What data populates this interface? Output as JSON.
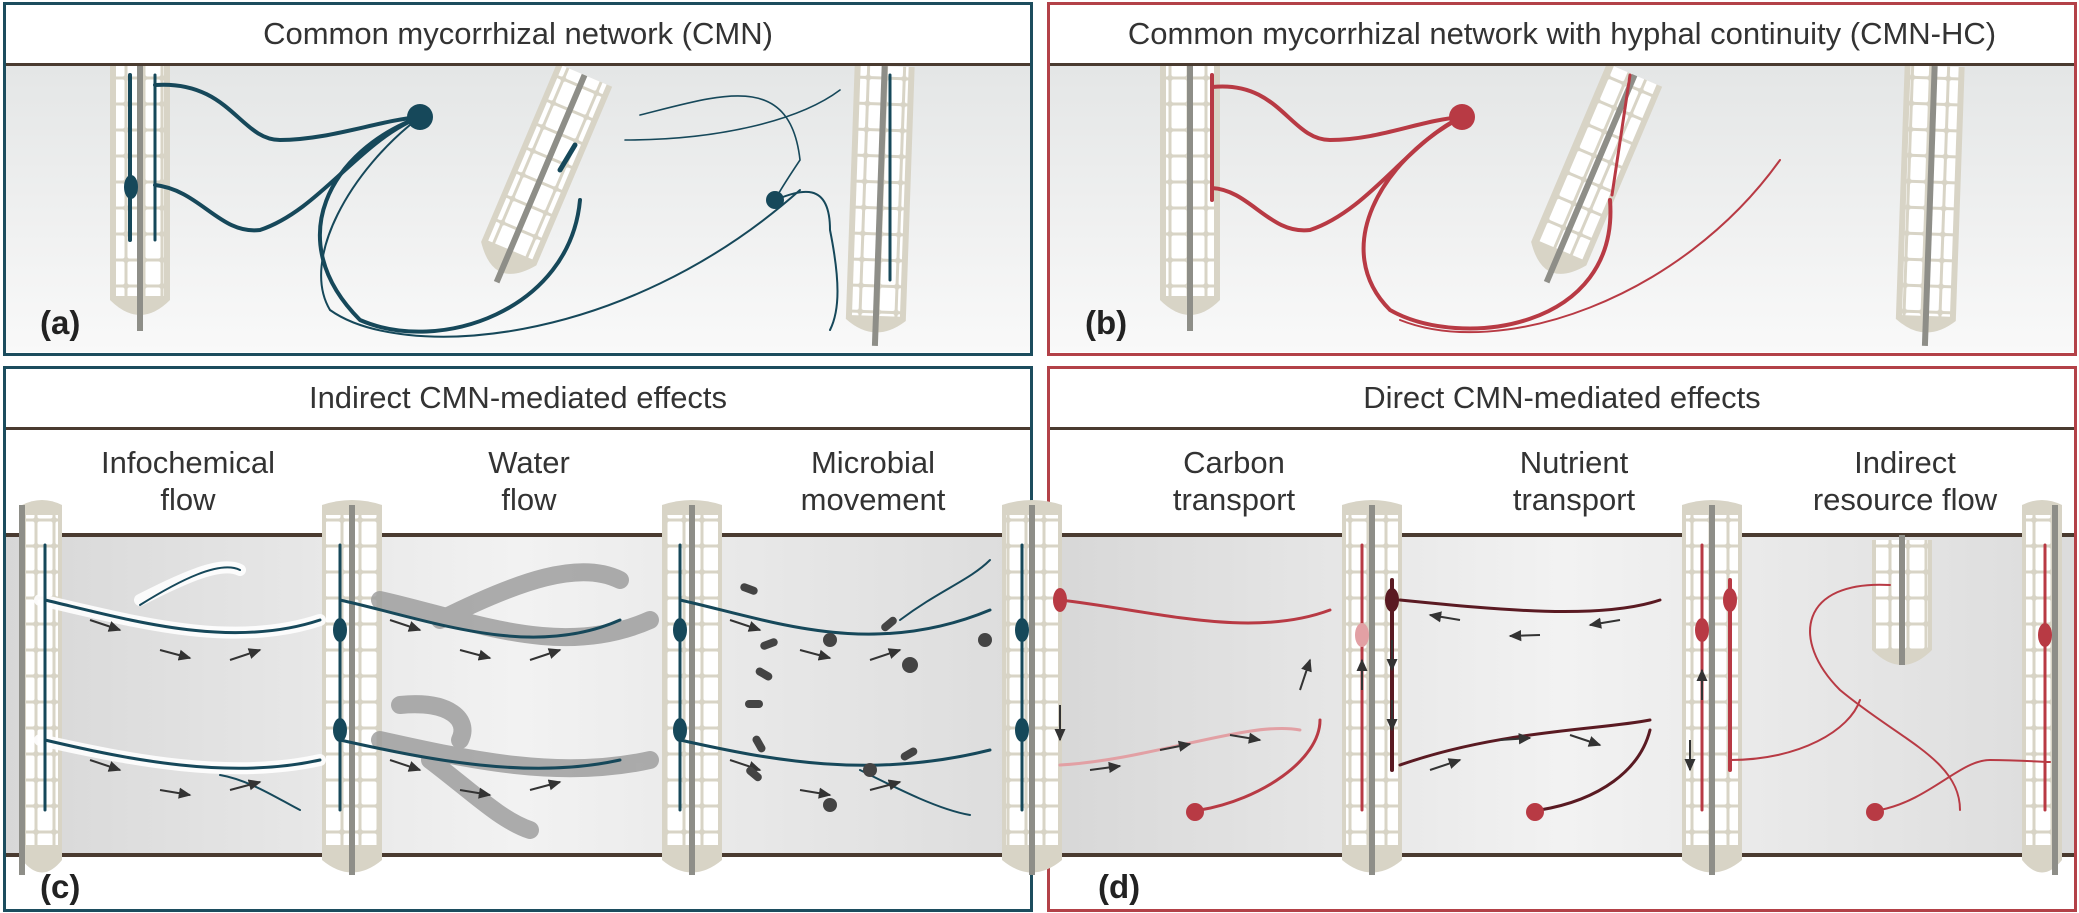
{
  "panels": {
    "a": {
      "title": "Common mycorrhizal network (CMN)",
      "label": "(a)"
    },
    "b": {
      "title": "Common mycorrhizal network with hyphal continuity (CMN-HC)",
      "label": "(b)"
    },
    "c": {
      "title": "Indirect CMN-mediated effects",
      "label": "(c)",
      "columns": [
        {
          "line1": "Infochemical",
          "line2": "flow"
        },
        {
          "line1": "Water",
          "line2": "flow"
        },
        {
          "line1": "Microbial",
          "line2": "movement"
        }
      ]
    },
    "d": {
      "title": "Direct CMN-mediated effects",
      "label": "(d)",
      "columns": [
        {
          "line1": "Carbon",
          "line2": "transport"
        },
        {
          "line1": "Nutrient",
          "line2": "transport"
        },
        {
          "line1": "Indirect",
          "line2": "resource flow"
        }
      ]
    }
  },
  "colors": {
    "cmn_blue": "#16485a",
    "cmn_red": "#b83a44",
    "dark_red": "#5a1a22",
    "light_red": "#e2a0a4",
    "root": "#d8d4c6",
    "soil_line": "#4a3b30"
  }
}
